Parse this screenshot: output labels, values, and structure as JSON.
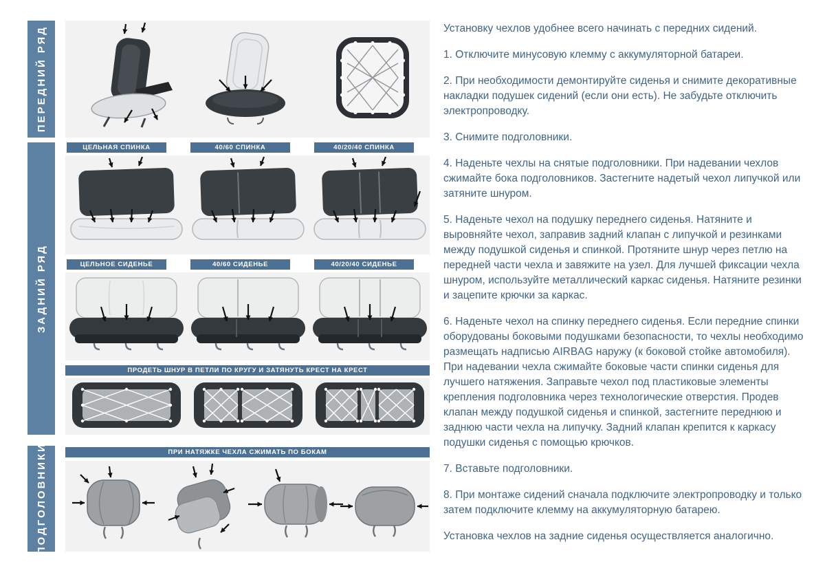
{
  "colors": {
    "section_label_blue": "#5d81a3",
    "header_bar_blue": "#4d7195",
    "panel_gray": "#f2f2f3",
    "text_blue": "#3f6488",
    "diagram_dark": "#34393d"
  },
  "sections": {
    "front_row": {
      "label": "ПЕРЕДНИЙ РЯД"
    },
    "rear_row": {
      "label": "ЗАДНИЙ РЯД",
      "back_headers": [
        "ЦЕЛЬНАЯ СПИНКА",
        "40/60 СПИНКА",
        "40/20/40 СПИНКА"
      ],
      "seat_headers": [
        "ЦЕЛЬНОЕ СИДЕНЬЕ",
        "40/60 СИДЕНЬЕ",
        "40/20/40 СИДЕНЬЕ"
      ],
      "lacing_instruction": "ПРОДЕТЬ ШНУР В ПЕТЛИ ПО КРУГУ И ЗАТЯНУТЬ КРЕСТ НА КРЕСТ"
    },
    "headrests": {
      "label": "ПОДГОЛОВНИКИ",
      "instruction": "ПРИ НАТЯЖКЕ ЧЕХЛА СЖИМАТЬ ПО БОКАМ"
    }
  },
  "instructions": {
    "intro": "Установку чехлов удобнее всего начинать с передних сидений.",
    "steps": [
      "1. Отключите минусовую клемму с аккумуляторной батареи.",
      "2. При необходимости демонтируйте сиденья и снимите декоративные накладки подушек сидений (если они есть). Не забудьте отключить электропроводку.",
      "3. Снимите подголовники.",
      "4. Наденьте чехлы на снятые подголовники. При надевании чехлов сжимайте бока подголовников. Застегните надетый чехол липучкой или затяните шнуром.",
      "5. Наденьте чехол на подушку переднего сиденья. Натяните и выровняйте чехол, заправив задний клапан с липучкой и резинками между подушкой сиденья и спинкой. Протяните шнур через петлю на передней части чехла и завяжите на узел. Для лучшей фиксации чехла шнуром, используйте металлический каркас сиденья. Натяните резинки и зацепите крючки за каркас.",
      "6. Наденьте чехол на спинку переднего сиденья. Если передние спинки оборудованы боковыми подушками безопасности, то чехлы необходимо размещать надписью AIRBAG наружу (к боковой стойке автомобиля). При надевании чехла сжимайте боковые части спинки сиденья для лучшего натяжения. Заправьте чехол под пластиковые элементы крепления подголовника через технологические отверстия. Продев клапан между подушкой сиденья и спинкой, застегните переднюю и заднюю части чехла на липучку. Задний клапан крепится к каркасу подушки сиденья с помощью крючков.",
      "7. Вставьте подголовники.",
      "8. При монтаже сидений сначала подключите электропроводку и только затем подключите клемму на аккумуляторную батарею."
    ],
    "outro": "Установка чехлов на задние сиденья осуществляется аналогично."
  }
}
